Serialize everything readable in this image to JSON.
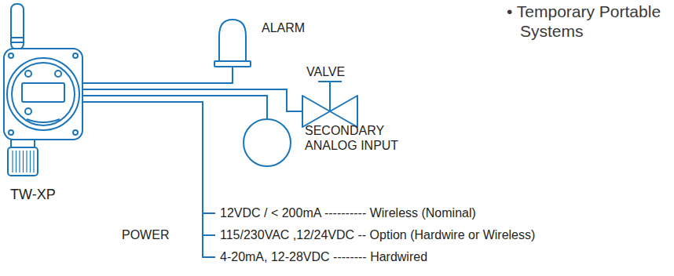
{
  "diagram": {
    "nodes": [
      {
        "text": [
          "TW-XP"
        ]
      },
      {
        "text": [
          "ALARM"
        ]
      },
      {
        "text": [
          "VALVE"
        ]
      },
      {
        "text": [
          "SECONDARY ANALOG INPUT"
        ]
      }
    ],
    "edges": [
      {
        "from": 0,
        "to": 1,
        "arrow": "none"
      },
      {
        "from": 0,
        "to": 2,
        "arrow": "none"
      },
      {
        "from": 0,
        "to": 3,
        "arrow": "none"
      }
    ],
    "labels": [
      "• Temporary Portable Systems",
      "POWER",
      "12VDC / < 200mA ---------- Wireless (Nominal)",
      "115/230VAC ,12/24VDC -- Option (Hardwire or Wireless)",
      "4-20mA, 12-28VDC -------- Hardwired"
    ]
  }
}
